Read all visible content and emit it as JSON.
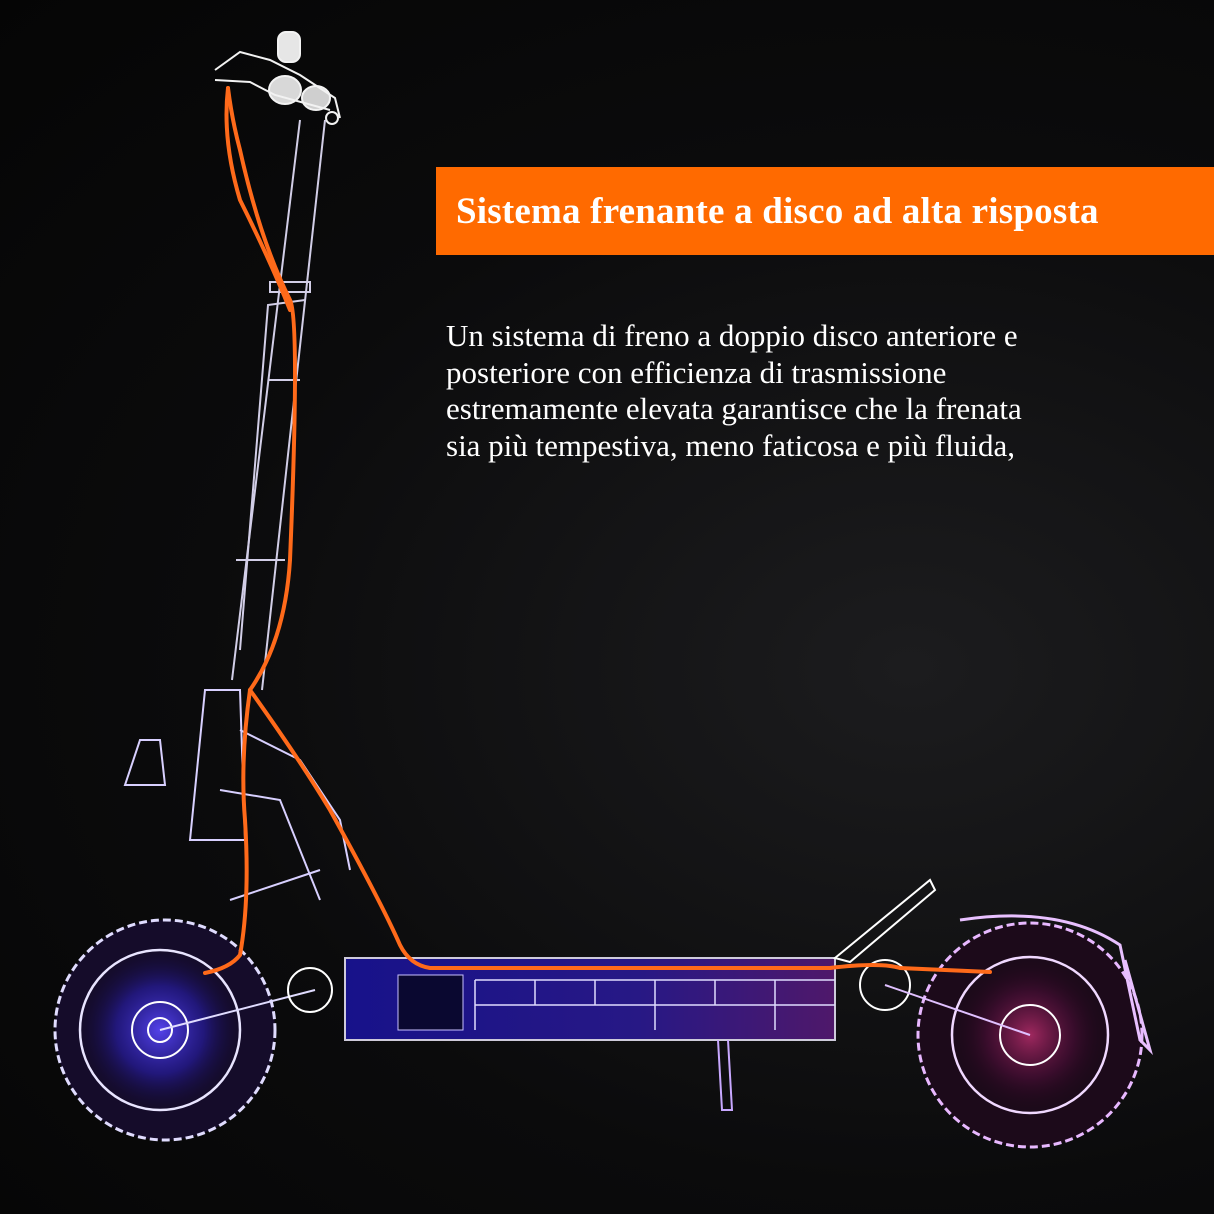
{
  "banner": {
    "title": "Sistema frenante a disco ad alta risposta",
    "background_color": "#ff6a00",
    "text_color": "#ffffff"
  },
  "description": {
    "lines": [
      "Un sistema di freno a doppio disco anteriore e",
      "posteriore con efficienza di trasmissione",
      "estremamente elevata garantisce che la frenata",
      "sia più tempestiva, meno faticosa e più fluida,"
    ]
  },
  "illustration": {
    "subject": "electric-scooter-xray-wireframe",
    "brake_cable_color": "#ff6a1a",
    "frame_color": "#e8e4ff",
    "front_wheel_glow": "#3b2cff",
    "rear_wheel_glow": "#c0306a"
  }
}
